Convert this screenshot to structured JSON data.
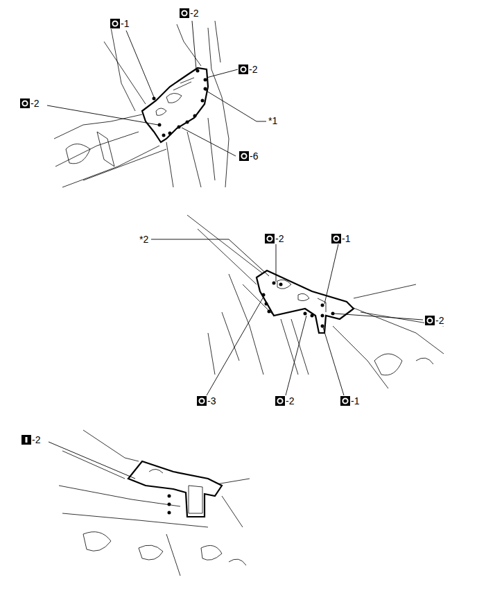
{
  "diagram": {
    "labels": [
      "-1",
      "-2",
      "-2",
      "*1",
      "-2",
      "-6",
      "*2",
      "-2",
      "-1",
      "-2",
      "-3",
      "-2",
      "-1",
      "-2"
    ]
  }
}
